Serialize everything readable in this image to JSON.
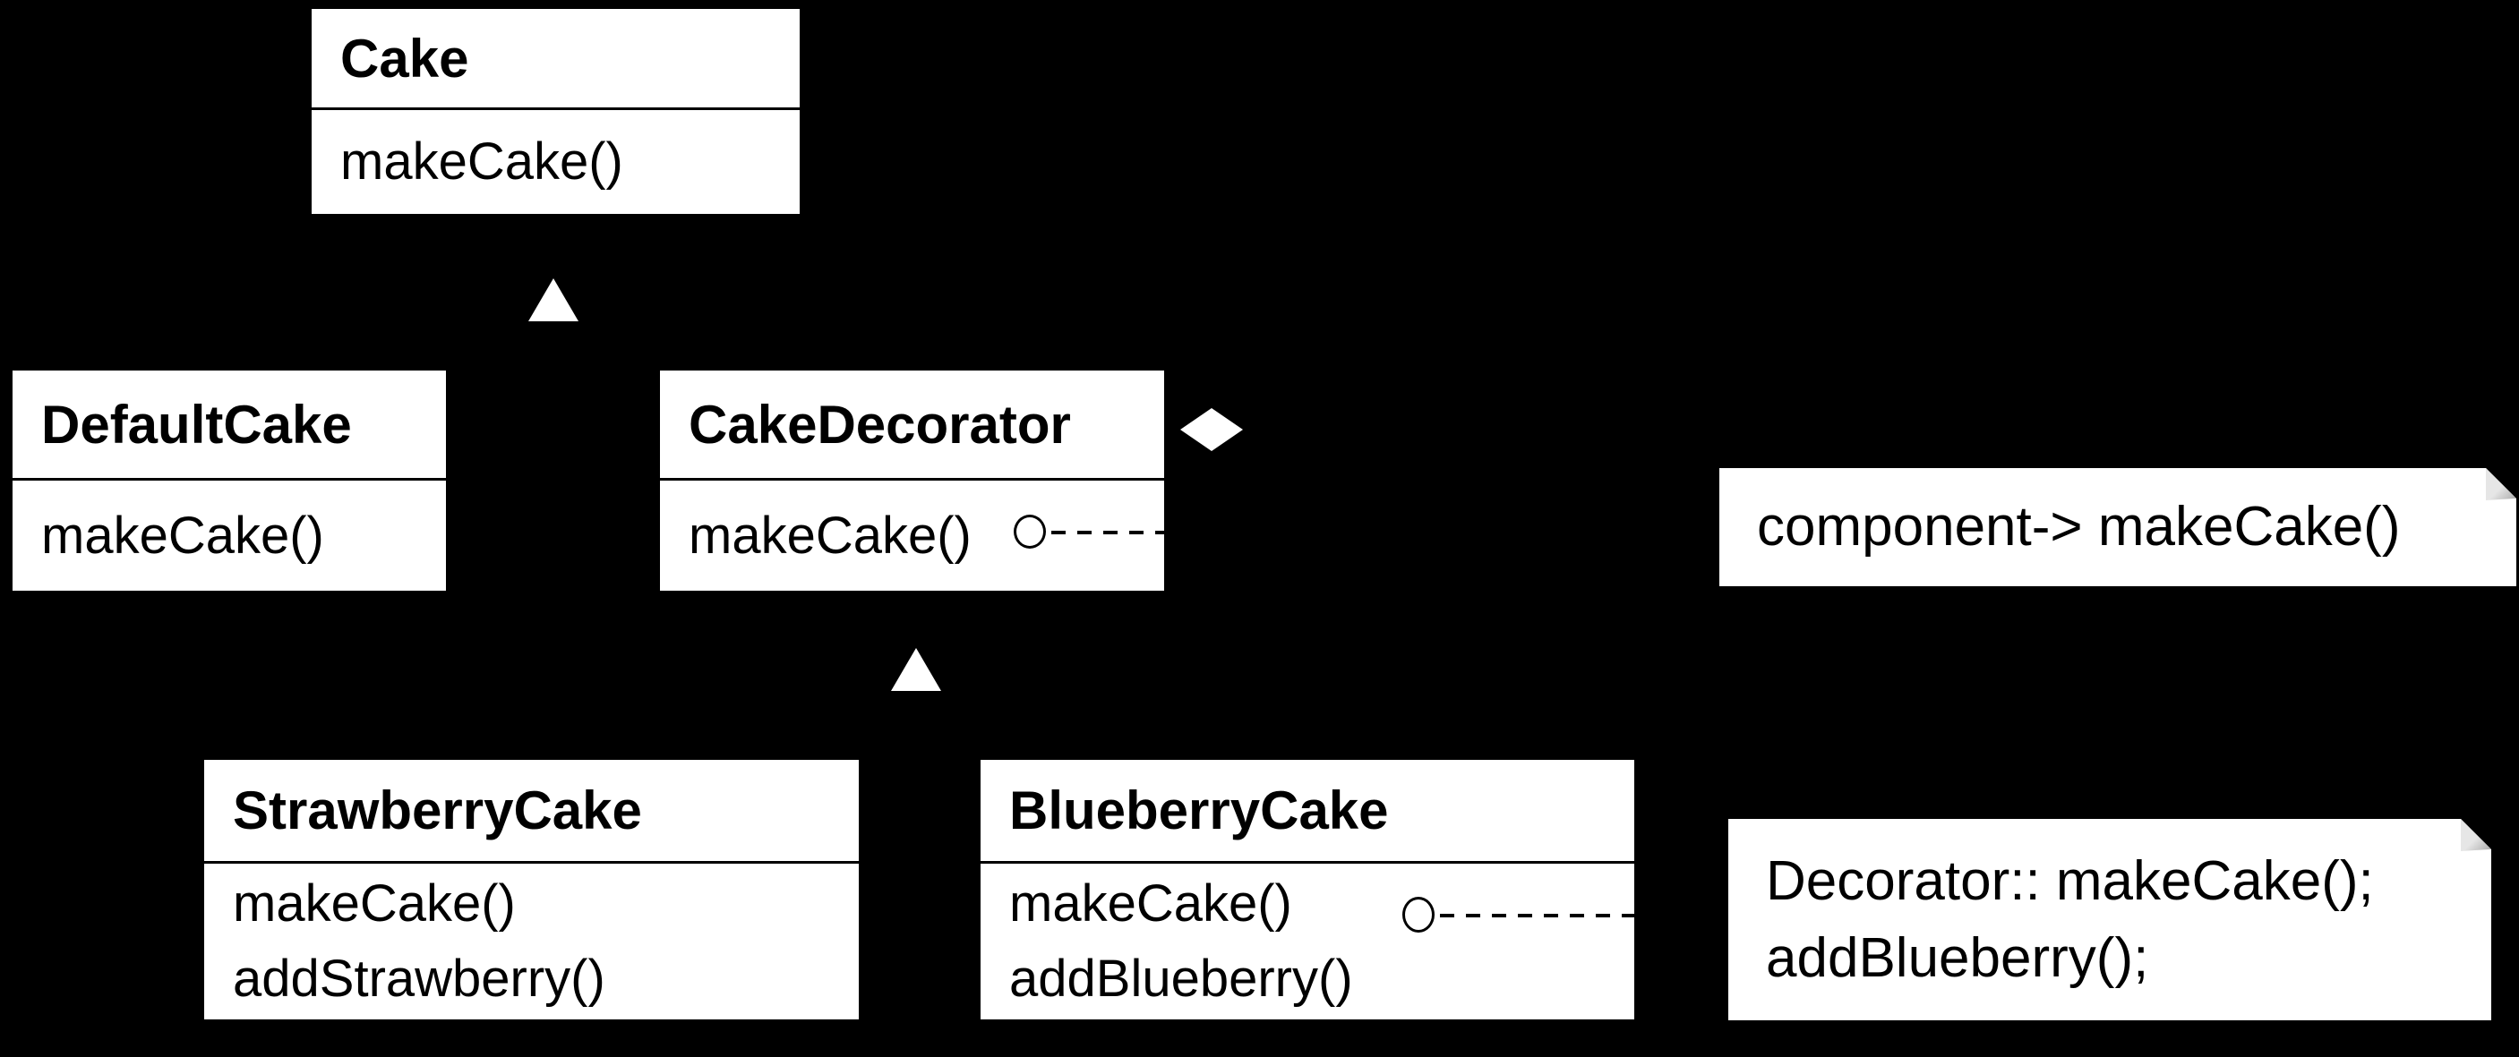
{
  "diagram": {
    "kind": "uml-class-diagram",
    "pattern": "Decorator",
    "colors": {
      "background": "#000000",
      "box_fill": "#ffffff",
      "box_text": "#000000",
      "marker_fill": "#ffffff",
      "note_fill": "#ffffff",
      "fold_fill": "#d9d9d9",
      "connector": "#000000"
    },
    "classes": [
      {
        "name": "Cake",
        "methods": [
          "makeCake()"
        ]
      },
      {
        "name": "DefaultCake",
        "methods": [
          "makeCake()"
        ]
      },
      {
        "name": "CakeDecorator",
        "methods": [
          "makeCake()"
        ],
        "lollipop_connector": true
      },
      {
        "name": "StrawberryCake",
        "methods": [
          "makeCake()",
          "addStrawberry()"
        ]
      },
      {
        "name": "BlueberryCake",
        "methods": [
          "makeCake()",
          "addBlueberry()"
        ],
        "lollipop_connector": true
      }
    ],
    "notes": [
      {
        "lines": [
          "component-> makeCake()"
        ]
      },
      {
        "lines": [
          "Decorator:: makeCake();",
          "addBlueberry();"
        ]
      }
    ],
    "markers": [
      {
        "type": "inheritance-triangle",
        "between": "DefaultCake/CakeDecorator -> Cake"
      },
      {
        "type": "inheritance-triangle",
        "between": "StrawberryCake/BlueberryCake -> CakeDecorator"
      },
      {
        "type": "aggregation-diamond",
        "at": "CakeDecorator"
      },
      {
        "type": "lollipop-circle",
        "at": "CakeDecorator.makeCake()"
      },
      {
        "type": "lollipop-circle",
        "at": "BlueberryCake.makeCake()"
      }
    ]
  }
}
